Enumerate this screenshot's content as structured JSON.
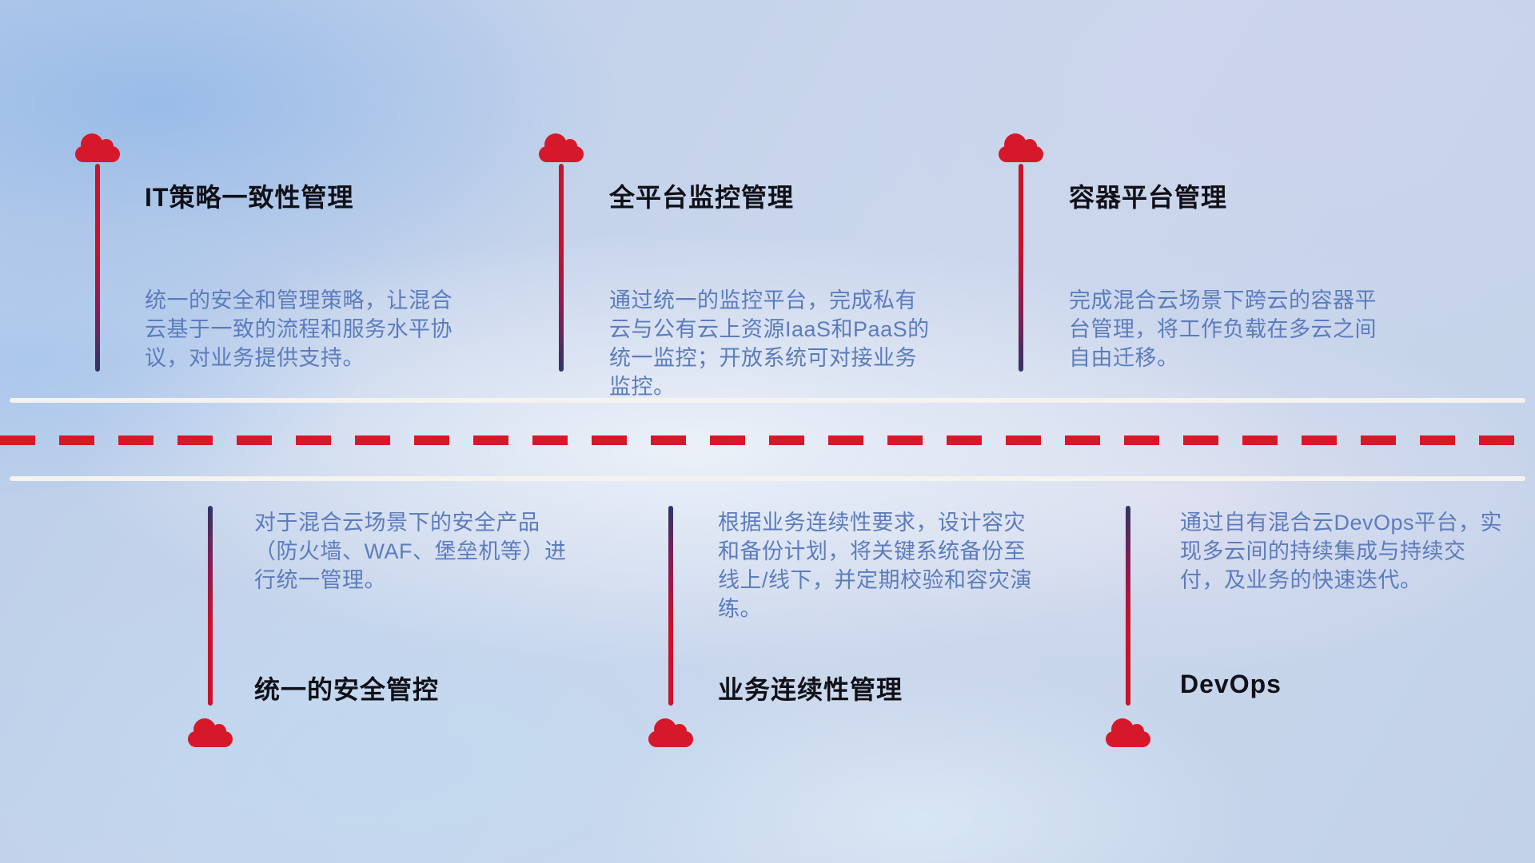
{
  "top_items": [
    {
      "title": "IT策略一致性管理",
      "description": "统一的安全和管理策略，让混合云基于一致的流程和服务水平协议，对业务提供支持。"
    },
    {
      "title": "全平台监控管理",
      "description": "通过统一的监控平台，完成私有云与公有云上资源IaaS和PaaS的统一监控；开放系统可对接业务监控。"
    },
    {
      "title": "容器平台管理",
      "description": "完成混合云场景下跨云的容器平台管理，将工作负载在多云之间自由迁移。"
    }
  ],
  "bottom_items": [
    {
      "title": "统一的安全管控",
      "description": "对于混合云场景下的安全产品（防火墙、WAF、堡垒机等）进行统一管理。"
    },
    {
      "title": "业务连续性管理",
      "description": "根据业务连续性要求，设计容灾和备份计划，将关键系统备份至线上/线下，并定期校验和容灾演练。"
    },
    {
      "title": "DevOps",
      "description": "通过自有混合云DevOps平台，实现多云间的持续集成与持续交付，及业务的快速迭代。"
    }
  ],
  "colors": {
    "cloud_red": "#d6192a",
    "dash_red": "#d6192a",
    "line_red": "#c8132a",
    "line_navy": "#2e3566",
    "title_text": "#101018",
    "description_text": "#5d7cbd",
    "road_white": "#f5f3ef"
  }
}
